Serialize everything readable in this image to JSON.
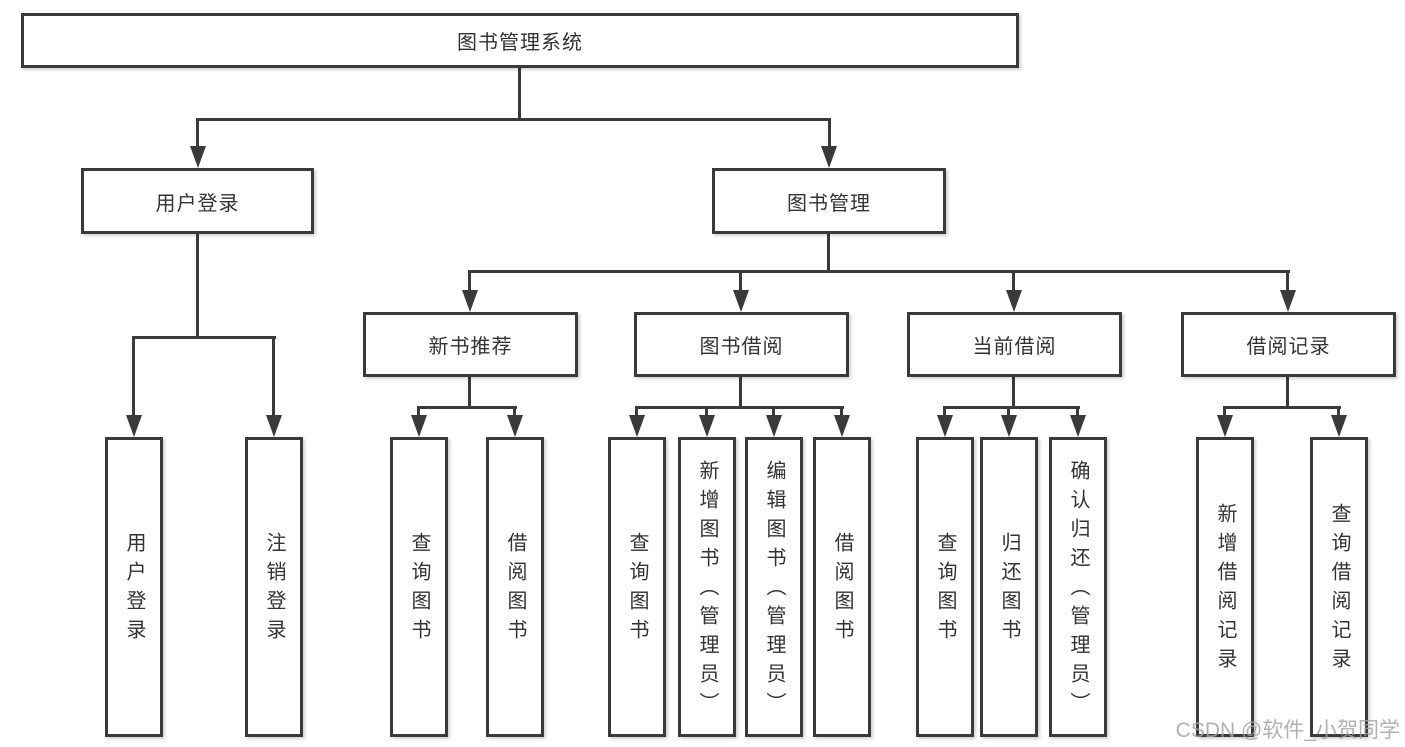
{
  "diagram_title": "图书管理系统",
  "nodes": {
    "root": {
      "label": "图书管理系统"
    },
    "user_login": {
      "label": "用户登录"
    },
    "book_mgmt": {
      "label": "图书管理"
    },
    "new_books": {
      "label": "新书推荐"
    },
    "book_borrow": {
      "label": "图书借阅"
    },
    "current_borrow": {
      "label": "当前借阅"
    },
    "borrow_records": {
      "label": "借阅记录"
    },
    "user_login_children": [
      "用户登录",
      "注销登录"
    ],
    "new_books_children": [
      "查询图书",
      "借阅图书"
    ],
    "book_borrow_children": [
      "查询图书",
      "新增图书（管理员）",
      "编辑图书（管理员）",
      "借阅图书"
    ],
    "current_borrow_children": [
      "查询图书",
      "归还图书",
      "确认归还（管理员）"
    ],
    "borrow_records_children": [
      "新增借阅记录",
      "查询借阅记录"
    ]
  },
  "watermark": {
    "text": "CSDN @软件_小贺同学"
  },
  "colors": {
    "line": "#3a3a3a",
    "box_border": "#3a3a3a",
    "box_background": "#ffffff",
    "text": "#333333",
    "watermark": "#a3a3a3",
    "page_background": "#ffffff"
  }
}
